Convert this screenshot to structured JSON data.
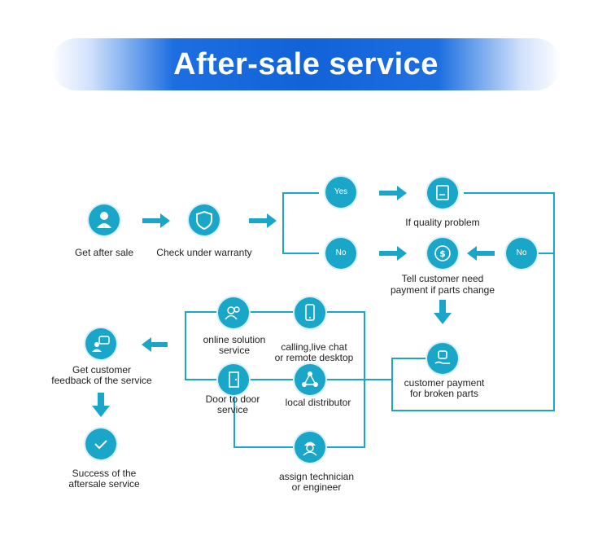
{
  "title": "After-sale service",
  "colors": {
    "accent": "#1aa6c8",
    "banner": "#1262d8"
  },
  "decisions": {
    "yes": "Yes",
    "no": "No"
  },
  "labels": {
    "get_after_sale": "Get after sale",
    "check_warranty": "Check under warranty",
    "quality_problem": "If quality problem",
    "tell_customer_1": "Tell customer need",
    "tell_customer_2": "payment if parts change",
    "customer_payment_1": "customer payment",
    "customer_payment_2": "for broken parts",
    "online_1": "online solution",
    "online_2": "service",
    "calling_1": "calling,live chat",
    "calling_2": "or remote desktop",
    "door_1": "Door  to door",
    "door_2": "service",
    "local": "local distributor",
    "assign_1": "assign technician",
    "assign_2": "or engineer",
    "feedback_1": "Get customer",
    "feedback_2": "feedback of the service",
    "success_1": "Success of the",
    "success_2": "aftersale service"
  },
  "icons": {
    "get_after_sale": "person-icon",
    "check_warranty": "shield-icon",
    "quality_problem": "document-icon",
    "tell_customer": "dollar-icon",
    "customer_payment": "payment-icon",
    "online": "people-icon",
    "calling": "phone-icon",
    "door": "door-icon",
    "local": "network-icon",
    "assign": "engineer-icon",
    "feedback": "chat-icon",
    "success": "check-icon"
  }
}
